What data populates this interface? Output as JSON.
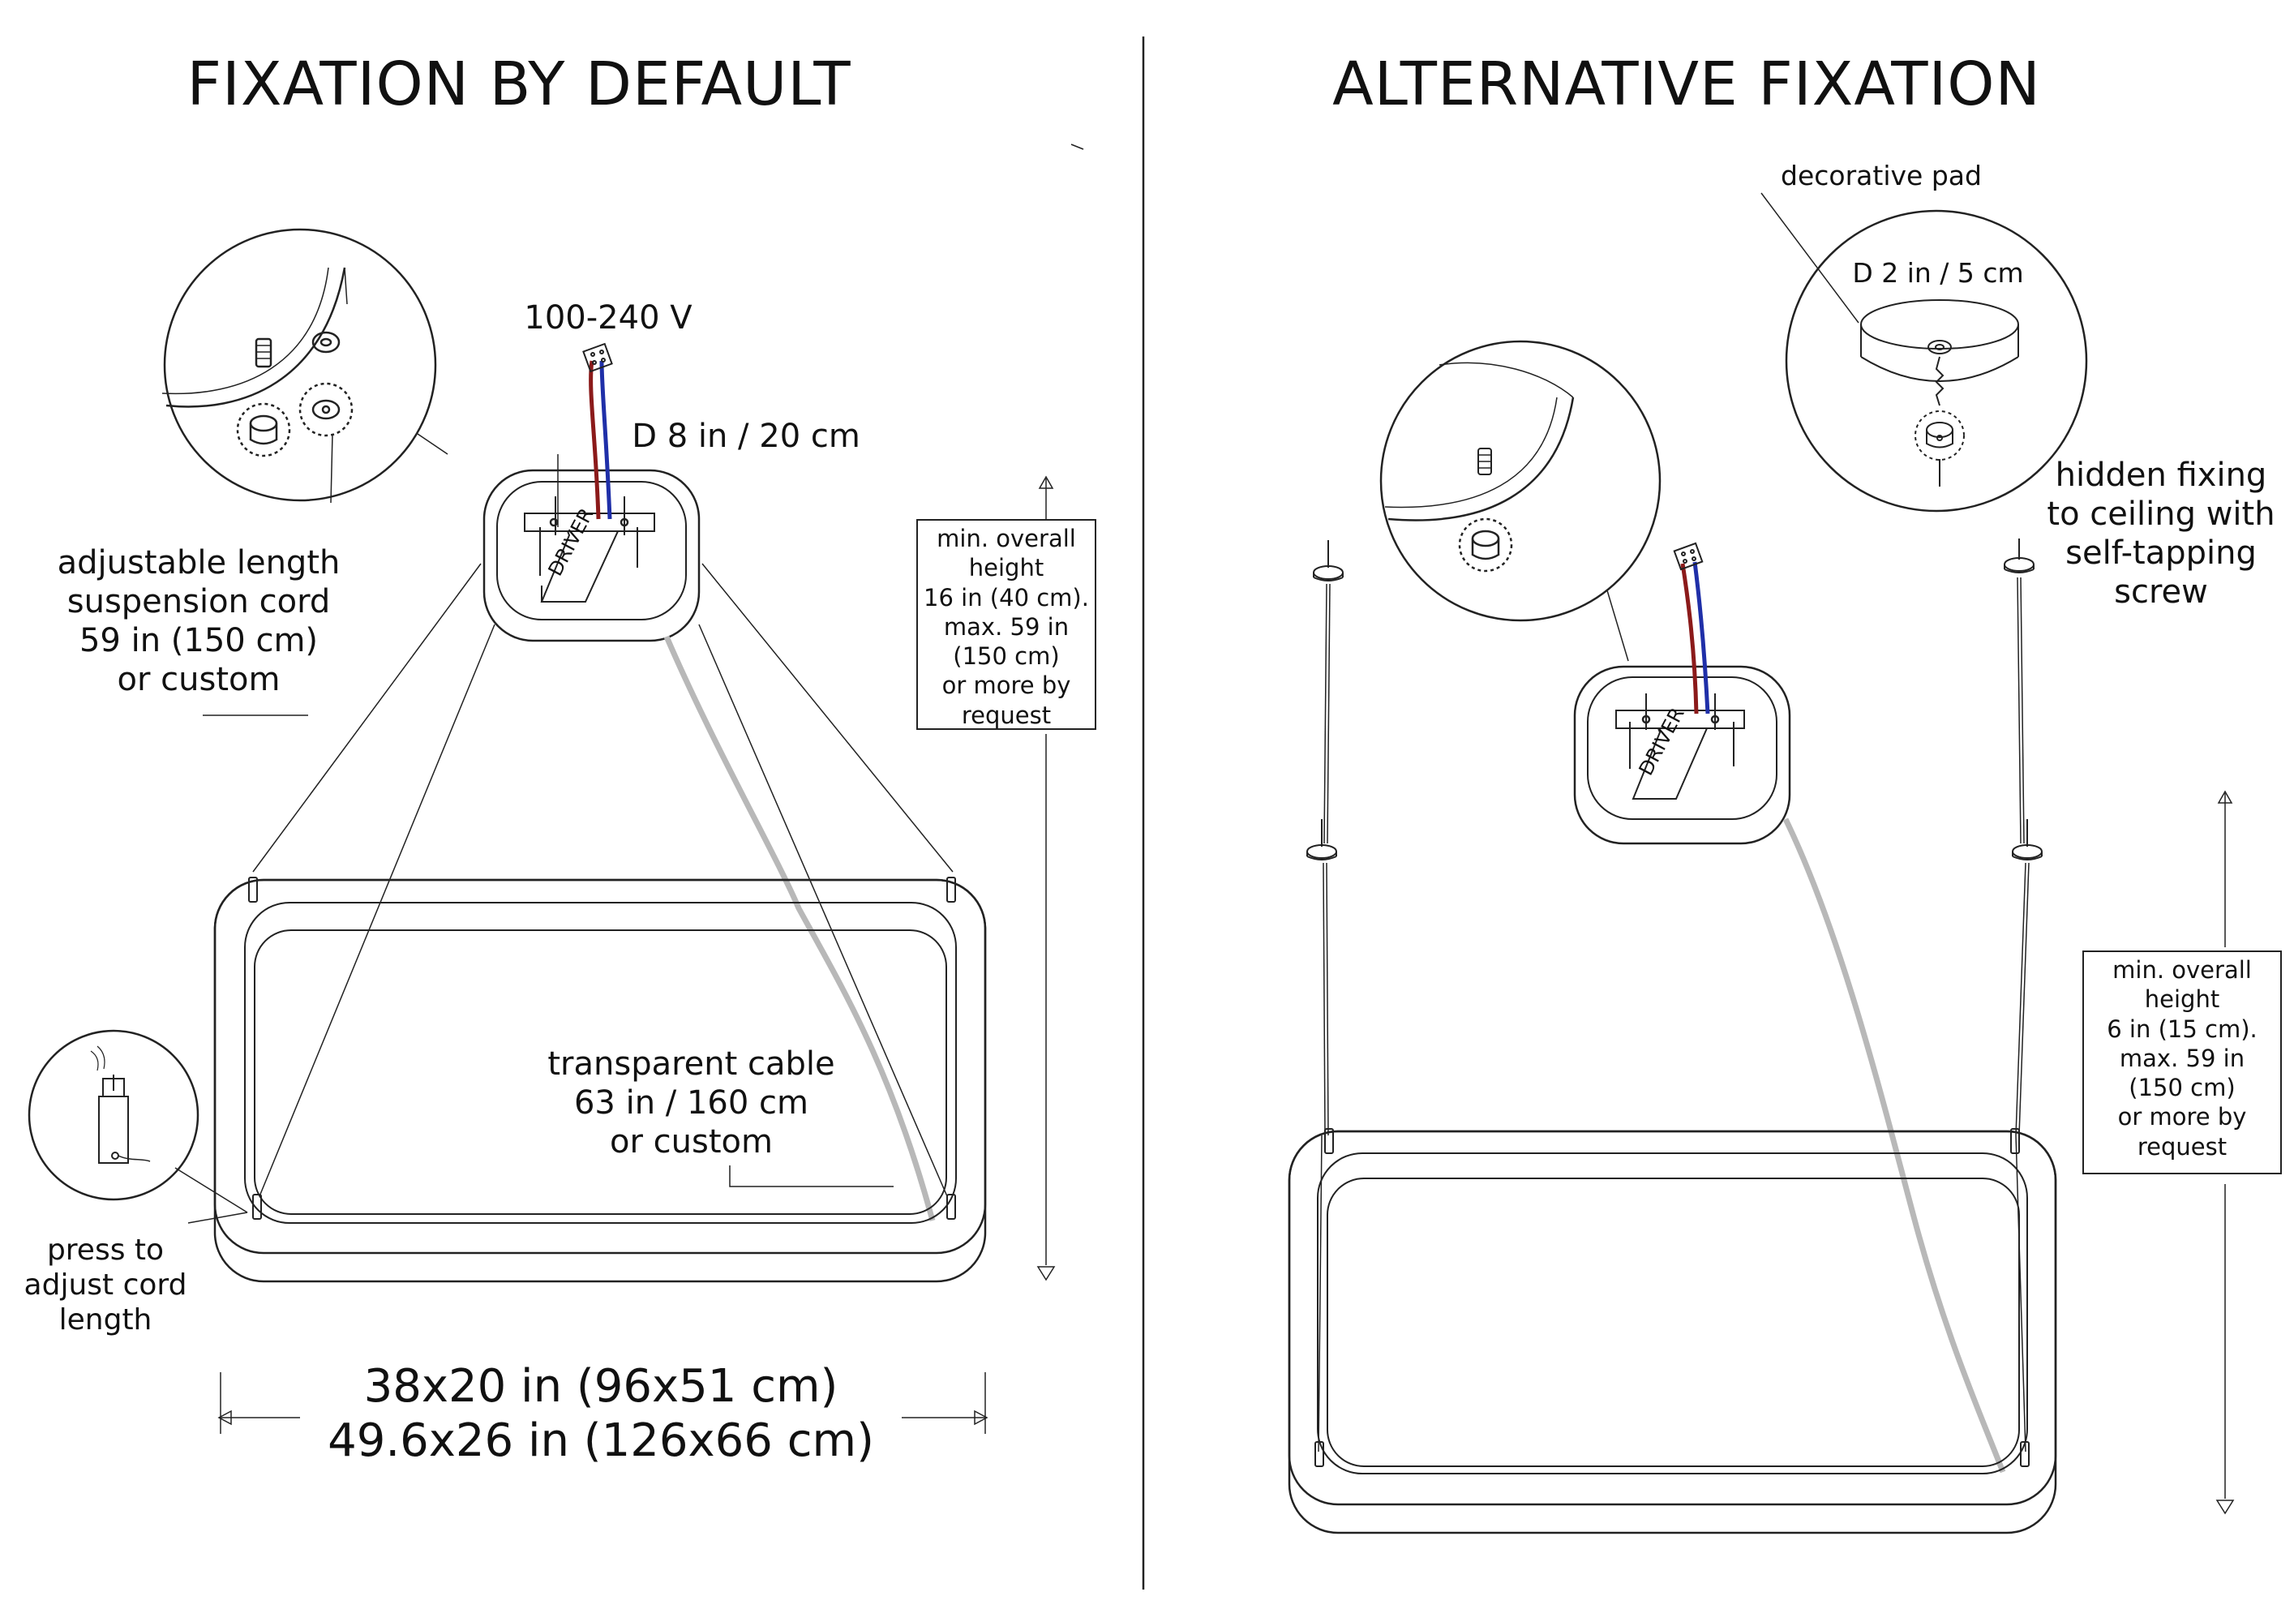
{
  "left_panel": {
    "title": "FIXATION BY DEFAULT",
    "voltage": "100-240 V",
    "canopy_size": "D 8 in / 20 cm",
    "driver_label": "DRIVER",
    "cord_note": "adjustable length\nsuspension cord\n59 in (150 cm)\nor custom",
    "height_note": "min. overall\nheight\n16 in (40 cm).\nmax. 59 in\n(150 cm)\nor more by\nrequest",
    "cable_note": "transparent cable\n63 in / 160 cm\nor custom",
    "press_note": "press to\nadjust cord\nlength",
    "dimensions": "38x20 in (96x51 cm)\n49.6x26 in (126x66 cm)"
  },
  "right_panel": {
    "title": "ALTERNATIVE FIXATION",
    "pad_label": "decorative pad",
    "pad_size": "D 2 in / 5 cm",
    "hidden_note": "hidden fixing\nto ceiling with\nself-tapping\nscrew",
    "driver_label": "DRIVER",
    "height_note": "min. overall\nheight\n6 in (15 cm).\nmax. 59 in\n(150 cm)\nor more by\nrequest"
  },
  "colors": {
    "wire_red": "#8b1a1a",
    "wire_blue": "#1f2fa8",
    "cable_gray": "#b8b8b8",
    "line": "#222222"
  },
  "icons": [
    "screw-icon",
    "connector-icon",
    "ceiling-pad-icon",
    "cord-grip-icon",
    "arrow-up-icon",
    "arrow-down-icon"
  ]
}
